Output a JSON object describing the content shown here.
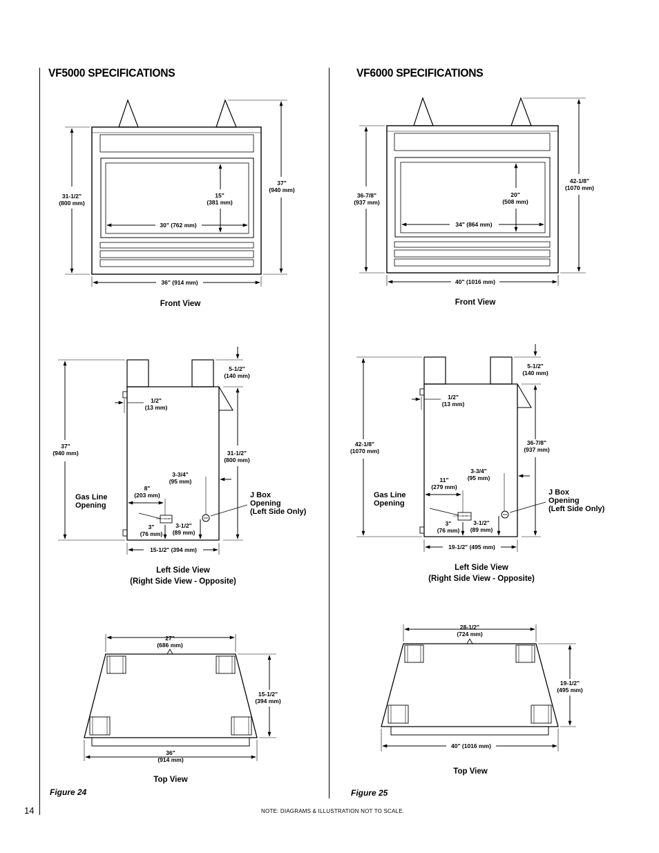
{
  "left": {
    "title": "VF5000 SPECIFICATIONS",
    "front": {
      "height_overall": [
        "31-1/2\"",
        "(800 mm)"
      ],
      "height_total": [
        "37\"",
        "(940 mm)"
      ],
      "opening_h": [
        "15\"",
        "(381 mm)"
      ],
      "opening_w": "30\" (762 mm)",
      "width": "36\" (914 mm)",
      "caption": "Front View"
    },
    "side": {
      "total_h": [
        "37\"",
        "(940 mm)"
      ],
      "top_offset": [
        "5-1/2\"",
        "(140 mm)"
      ],
      "standoff": [
        "1/2\"",
        "(13 mm)"
      ],
      "body_h": [
        "31-1/2\"",
        "(800 mm)"
      ],
      "jbox_in": [
        "3-3/4\"",
        "(95 mm)"
      ],
      "gas_in": [
        "8\"",
        "(203 mm)"
      ],
      "gas_up": [
        "3\"",
        "(76 mm)"
      ],
      "jbox_up": [
        "3-1/2\"",
        "(89 mm)"
      ],
      "depth": "15-1/2\" (394 mm)",
      "gas_label": [
        "Gas Line",
        "Opening"
      ],
      "jbox_label": [
        "J Box",
        "Opening",
        "(Left Side Only)"
      ],
      "caption": [
        "Left Side View",
        "(Right Side View - Opposite)"
      ]
    },
    "top": {
      "back_w": [
        "27\"",
        "(686 mm)"
      ],
      "depth": [
        "15-1/2\"",
        "(394 mm)"
      ],
      "front_w": [
        "36\"",
        "(914 mm)"
      ],
      "caption": "Top View"
    },
    "figure": "Figure 24"
  },
  "right": {
    "title": "VF6000 SPECIFICATIONS",
    "front": {
      "height_overall": [
        "36-7/8\"",
        "(937 mm)"
      ],
      "height_total": [
        "42-1/8\"",
        "(1070 mm)"
      ],
      "opening_h": [
        "20\"",
        "(508 mm)"
      ],
      "opening_w": "34\" (864 mm)",
      "width": "40\" (1016 mm)",
      "caption": "Front View"
    },
    "side": {
      "total_h": [
        "42-1/8\"",
        "(1070 mm)"
      ],
      "top_offset": [
        "5-1/2\"",
        "(140 mm)"
      ],
      "standoff": [
        "1/2\"",
        "(13 mm)"
      ],
      "body_h": [
        "36-7/8\"",
        "(937 mm)"
      ],
      "jbox_in": [
        "3-3/4\"",
        "(95 mm)"
      ],
      "gas_in": [
        "11\"",
        "(279 mm)"
      ],
      "gas_up": [
        "3\"",
        "(76 mm)"
      ],
      "jbox_up": [
        "3-1/2\"",
        "(89 mm)"
      ],
      "depth": "19-1/2\" (495 mm)",
      "gas_label": [
        "Gas Line",
        "Opening"
      ],
      "jbox_label": [
        "J Box",
        "Opening",
        "(Left Side Only)"
      ],
      "caption": [
        "Left Side View",
        "(Right Side View - Opposite)"
      ]
    },
    "top": {
      "back_w": [
        "28-1/2\"",
        "(724 mm)"
      ],
      "depth": [
        "19-1/2\"",
        "(495 mm)"
      ],
      "front_w": "40\" (1016 mm)",
      "caption": "Top View"
    },
    "figure": "Figure 25"
  },
  "page_number": "14",
  "note": "NOTE: DIAGRAMS & ILLUSTRATION NOT TO SCALE."
}
